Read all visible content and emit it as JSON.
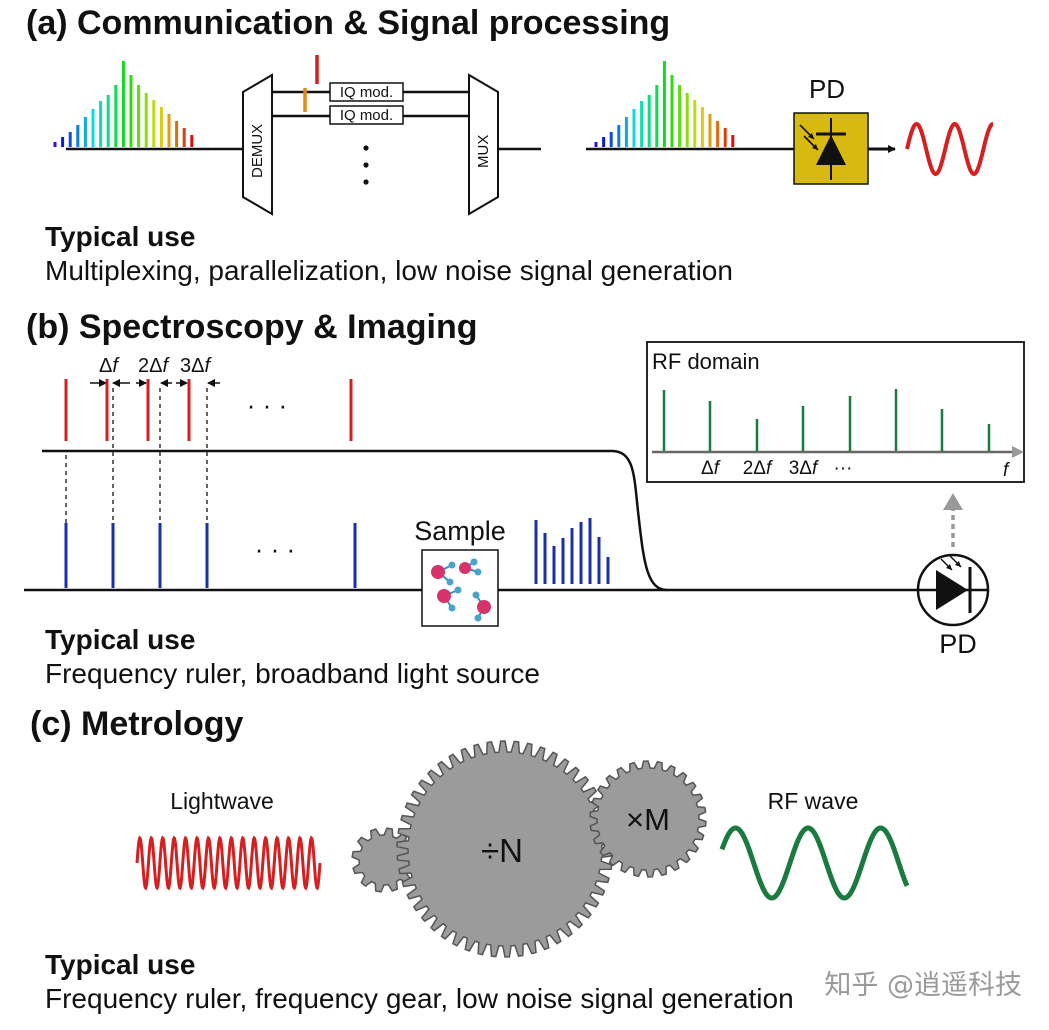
{
  "section_a": {
    "heading": "(a) Communication & Signal processing",
    "demux_label": "DEMUX",
    "mux_label": "MUX",
    "iq_mod_label_1": "IQ mod.",
    "iq_mod_label_2": "IQ mod.",
    "pd_label": "PD",
    "typical_use_title": "Typical use",
    "typical_use_text": "Multiplexing, parallelization, low noise signal generation"
  },
  "section_b": {
    "heading": "(b) Spectroscopy & Imaging",
    "spacing_labels": [
      "Δ",
      "f",
      "2Δ",
      "f",
      "3Δ",
      "f"
    ],
    "ellipsis_top": "· · ·",
    "ellipsis_bottom": "· · ·",
    "sample_label": "Sample",
    "rf_domain_title": "RF domain",
    "rf_tick_labels": [
      "Δ",
      "f",
      "2Δ",
      "f",
      "3Δ",
      "f",
      "···"
    ],
    "rf_axis_label": "f",
    "pd_label": "PD",
    "typical_use_title": "Typical use",
    "typical_use_text": "Frequency ruler, broadband light source"
  },
  "section_c": {
    "heading": "(c) Metrology",
    "lightwave_label": "Lightwave",
    "rf_wave_label": "RF wave",
    "divide_label": "÷N",
    "multiply_label": "×M",
    "typical_use_title": "Typical use",
    "typical_use_text": "Frequency ruler, frequency gear, low noise signal generation"
  },
  "watermark": "知乎 @逍遥科技",
  "colors": {
    "comb_red": "#d42020",
    "comb_blue": "#1a2fa8",
    "rf_green": "#1a7a3f",
    "pd_box": "#d8b90f",
    "gear_gray": "#9b9b9b"
  }
}
